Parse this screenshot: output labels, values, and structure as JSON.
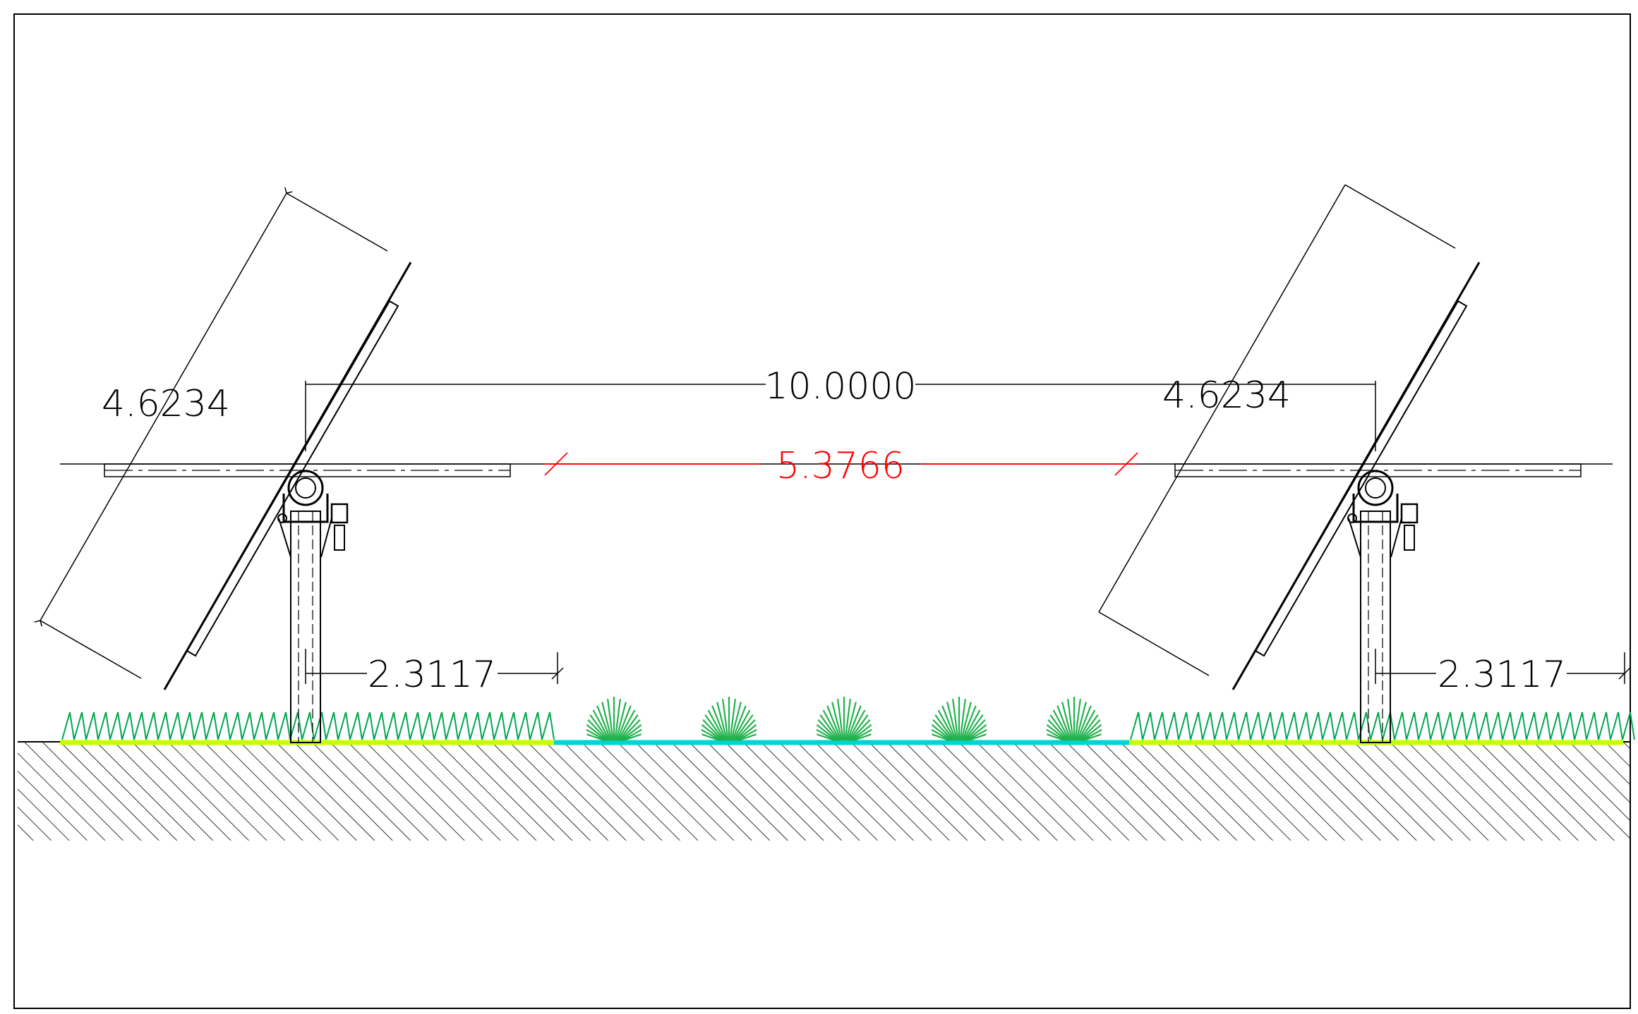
{
  "dimensions": {
    "left_panel_length": "4.6234",
    "right_panel_length": "4.6234",
    "pitch": "10.0000",
    "gap": "5.3766",
    "left_half_width": "2.3117",
    "right_half_width": "2.3117"
  },
  "colors": {
    "line": "#000000",
    "gap_dimension": "#ff0000",
    "grass": "#00a651",
    "ground_strip": "#c8ff00",
    "center_strip": "#00d4d4",
    "bush": "#22b14c"
  }
}
